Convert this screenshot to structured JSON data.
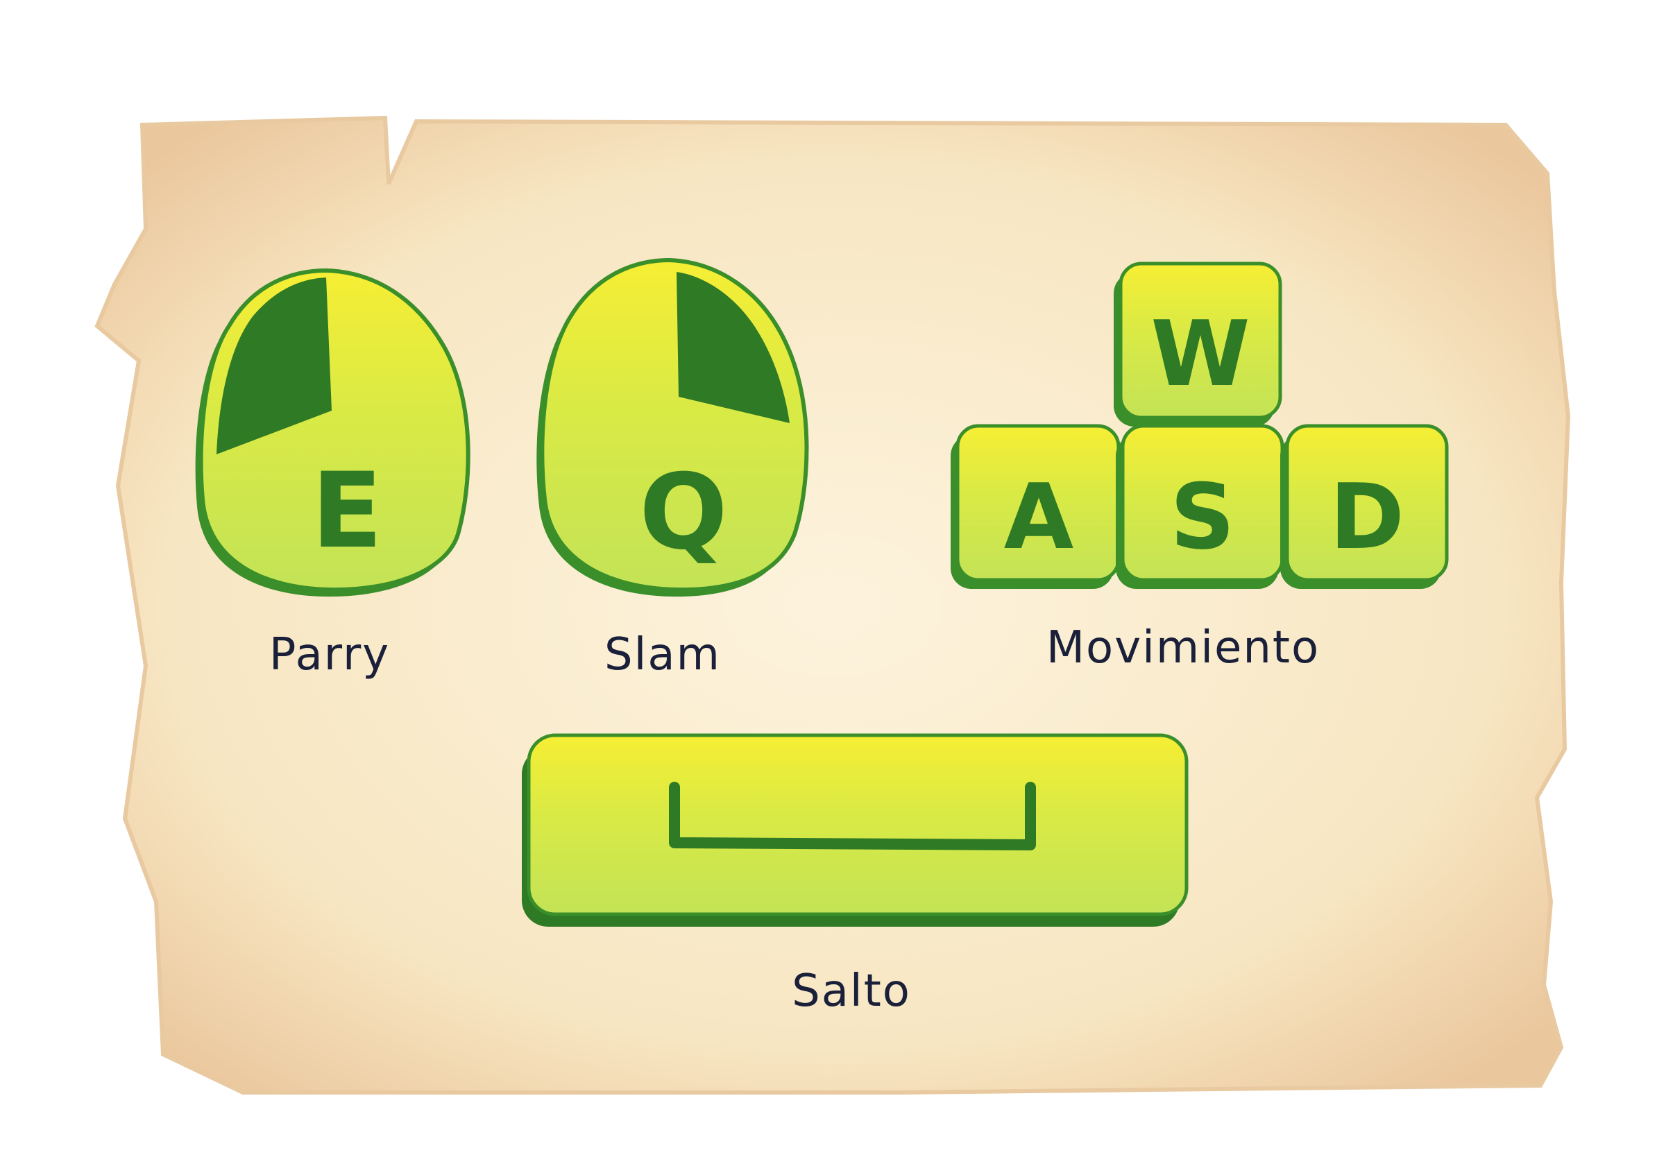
{
  "controls": {
    "parry": {
      "key": "E",
      "label": "Parry"
    },
    "slam": {
      "key": "Q",
      "label": "Slam"
    },
    "movement": {
      "keys": {
        "up": "W",
        "left": "A",
        "down": "S",
        "right": "D"
      },
      "label": "Movimiento"
    },
    "jump": {
      "key_icon": "spacebar-icon",
      "label": "Salto"
    }
  },
  "colors": {
    "parchment": "#f7e6c2",
    "parchment_edge": "#e9c9a0",
    "key_fill_top": "#f4ee3a",
    "key_fill_bottom": "#c8e650",
    "key_outline": "#3a8f2a",
    "key_dark": "#2f7a25",
    "label_ink": "#1a1f3a"
  }
}
